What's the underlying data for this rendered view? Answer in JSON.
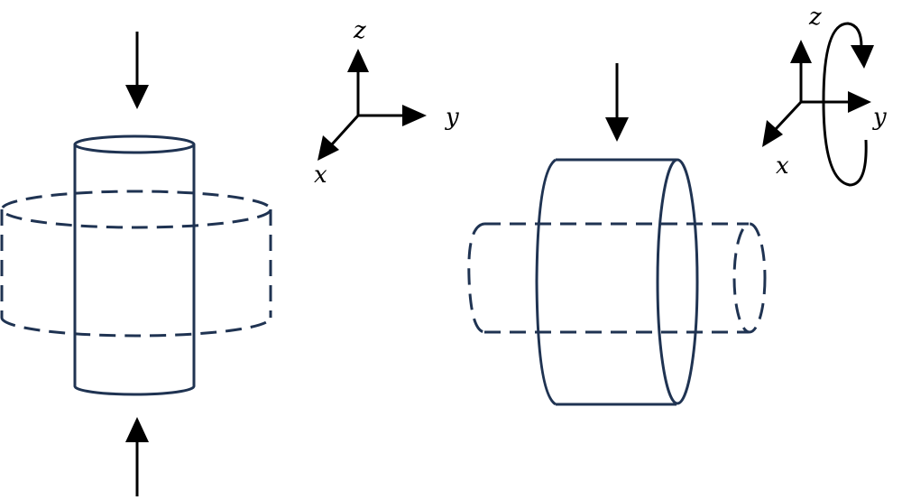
{
  "colors": {
    "shape": "#1f3352",
    "arrow": "#000000"
  },
  "left_panel": {
    "axes": {
      "z_label": "z",
      "y_label": "y",
      "x_label": "x"
    }
  },
  "right_panel": {
    "axes": {
      "z_label": "z",
      "y_label": "y",
      "x_label": "x"
    }
  }
}
